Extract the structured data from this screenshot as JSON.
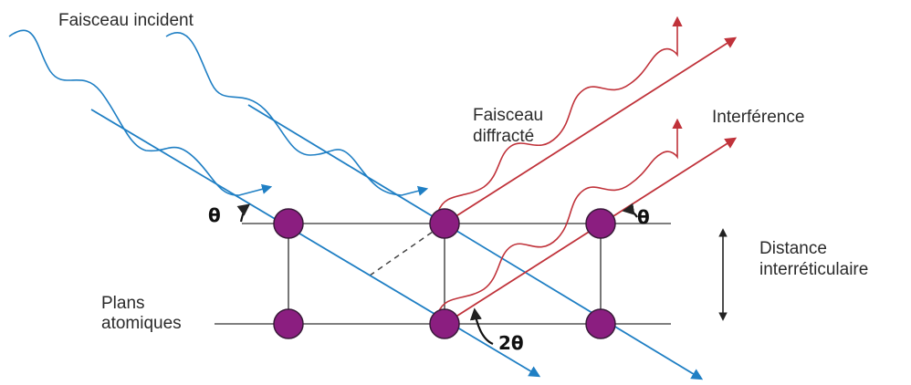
{
  "labels": {
    "incident": "Faisceau incident",
    "diffracted_line1": "Faisceau",
    "diffracted_line2": "diffracté",
    "interference": "Interférence",
    "distance_line1": "Distance",
    "distance_line2": "interréticulaire",
    "planes_line1": "Plans",
    "planes_line2": "atomiques",
    "theta_left": "θ",
    "theta_right": "θ",
    "two_theta": "2θ"
  },
  "colors": {
    "incident_beam": "#1f7fc4",
    "diffracted_beam": "#c0323a",
    "atom_fill": "#8b1e80",
    "atom_stroke": "#3a1a3a",
    "lattice": "#555555",
    "text": "#2b2b2b"
  }
}
